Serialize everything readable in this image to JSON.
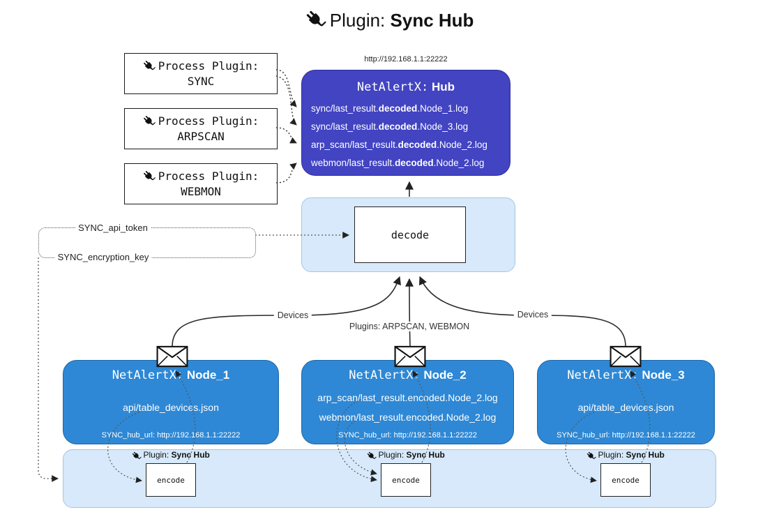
{
  "title": {
    "prefix": "Plugin:",
    "name": "Sync Hub"
  },
  "process_plugins": [
    {
      "label": "Process Plugin:",
      "name": "SYNC"
    },
    {
      "label": "Process Plugin:",
      "name": "ARPSCAN"
    },
    {
      "label": "Process Plugin:",
      "name": "WEBMON"
    }
  ],
  "hub": {
    "url": "http://192.168.1.1:22222",
    "name_prefix": "NetAlertX:",
    "name": "Hub",
    "entries": [
      {
        "pre": "sync/last_result.",
        "bold": "decoded",
        "post": ".Node_1.log"
      },
      {
        "pre": "sync/last_result.",
        "bold": "decoded",
        "post": ".Node_3.log"
      },
      {
        "pre": "arp_scan/last_result.",
        "bold": "decoded",
        "post": ".Node_2.log"
      },
      {
        "pre": "webmon/last_result.",
        "bold": "decoded",
        "post": ".Node_2.log"
      }
    ]
  },
  "decode": {
    "label": "decode"
  },
  "secrets": {
    "api_token": "SYNC_api_token",
    "encryption_key": "SYNC_encryption_key"
  },
  "edges": {
    "left": "Devices",
    "center": "Plugins: ARPSCAN, WEBMON",
    "right": "Devices"
  },
  "nodes": [
    {
      "name_prefix": "NetAlertX:",
      "name": "Node_1",
      "lines": [
        "api/table_devices.json"
      ],
      "hub_url": "SYNC_hub_url: http://192.168.1.1:22222"
    },
    {
      "name_prefix": "NetAlertX:",
      "name": "Node_2",
      "lines": [
        "arp_scan/last_result.encoded.Node_2.log",
        "webmon/last_result.encoded.Node_2.log"
      ],
      "hub_url": "SYNC_hub_url: http://192.168.1.1:22222"
    },
    {
      "name_prefix": "NetAlertX:",
      "name": "Node_3",
      "lines": [
        "api/table_devices.json"
      ],
      "hub_url": "SYNC_hub_url: http://192.168.1.1:22222"
    }
  ],
  "encoders": [
    {
      "plugin_prefix": "Plugin:",
      "plugin_name": "Sync Hub",
      "label": "encode"
    },
    {
      "plugin_prefix": "Plugin:",
      "plugin_name": "Sync Hub",
      "label": "encode"
    },
    {
      "plugin_prefix": "Plugin:",
      "plugin_name": "Sync Hub",
      "label": "encode"
    }
  ],
  "colors": {
    "hub_fill": "#4244c2",
    "node_fill": "#2e88d5",
    "panel_fill": "#d7e9fa"
  }
}
